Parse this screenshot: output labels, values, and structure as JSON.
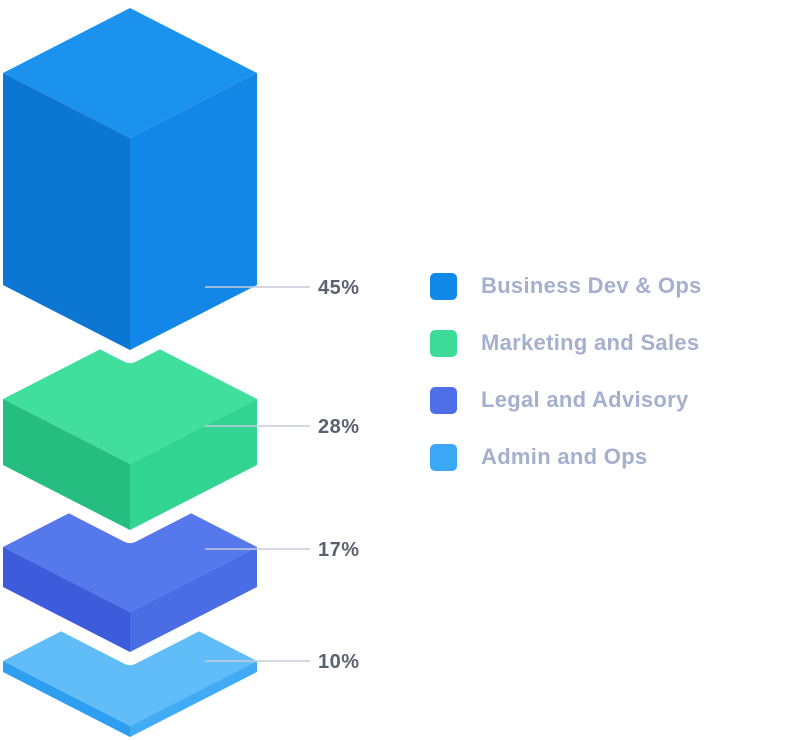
{
  "chart_data": {
    "type": "bar",
    "variant": "3d-isometric-stacked-blocks",
    "legend_position": "right",
    "categories": [
      "Business Dev & Ops",
      "Marketing and Sales",
      "Legal and Advisory",
      "Admin and Ops"
    ],
    "values": [
      45,
      28,
      17,
      10
    ],
    "unit": "%",
    "segments": [
      {
        "label": "Business Dev & Ops",
        "value": 45,
        "value_label": "45%",
        "legend_color": "#1189E9",
        "face_top": "#1B93EE",
        "face_left": "#0C76D3",
        "face_right": "#1287E8"
      },
      {
        "label": "Marketing and Sales",
        "value": 28,
        "value_label": "28%",
        "legend_color": "#3CDC98",
        "face_top": "#40DF9D",
        "face_left": "#26BD81",
        "face_right": "#31D492"
      },
      {
        "label": "Legal and Advisory",
        "value": 17,
        "value_label": "17%",
        "legend_color": "#4E6FE8",
        "face_top": "#5578EC",
        "face_left": "#3D5CDB",
        "face_right": "#4A6CE5"
      },
      {
        "label": "Admin and Ops",
        "value": 10,
        "value_label": "10%",
        "legend_color": "#3AA8F6",
        "face_top": "#60BDF8",
        "face_left": "#2E9EF1",
        "face_right": "#41ABF5"
      }
    ],
    "colors": {
      "background": "#FFFFFF",
      "leader_line": "#C7CCD8",
      "value_label_text": "#5A6170",
      "legend_label_text": "#A6B0CE",
      "block_gap_stroke": "#FFFFFF"
    }
  }
}
